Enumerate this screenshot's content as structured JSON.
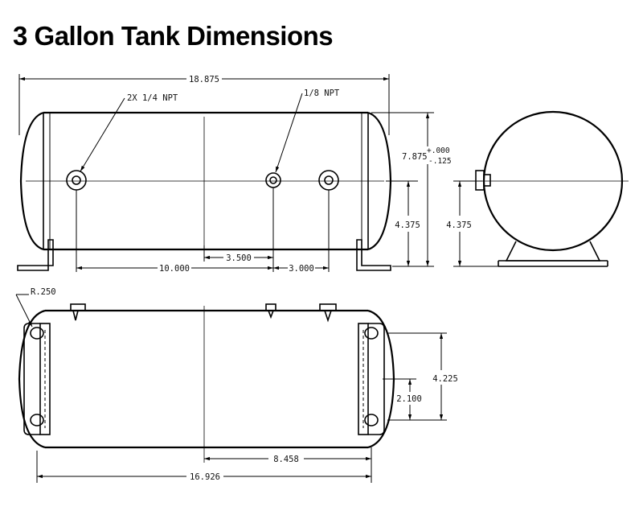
{
  "title": "3 Gallon Tank Dimensions",
  "labels": {
    "overall_length_top": "18.875",
    "port_quarter": "2X 1/4 NPT",
    "port_eighth": "1/8 NPT",
    "diameter": "7.875",
    "tol_plus": "+.000",
    "tol_minus": "-.125",
    "mount_height_front": "4.375",
    "mount_height_side": "4.375",
    "port_spacing_10": "10.000",
    "port_spacing_35": "3.500",
    "port_spacing_3": "3.000",
    "radius": "R.250",
    "bracket_span": "4.225",
    "bracket_half": "2.100",
    "center_offset": "8.458",
    "overall_length_bottom": "16.926"
  }
}
